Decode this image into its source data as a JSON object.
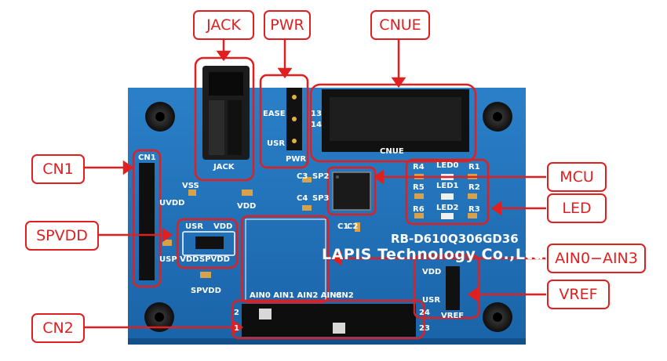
{
  "callouts": {
    "jack": "JACK",
    "pwr": "PWR",
    "cnue": "CNUE",
    "cn1": "CN1",
    "mcu": "MCU",
    "led": "LED",
    "spvdd": "SPVDD",
    "ain": "AIN0−AIN3",
    "vref": "VREF",
    "cn2": "CN2"
  },
  "board": {
    "silk_jack": "JACK",
    "silk_ease": "EASE",
    "silk_usr_pwr": "USR",
    "silk_pwr": "PWR",
    "silk_13": "13",
    "silk_14": "14",
    "silk_cnue": "CNUE",
    "silk_cn1": "CN1",
    "silk_vss": "VSS",
    "silk_uvdd": "UVDD",
    "silk_usr_sp": "USR",
    "silk_vdd_sp": "VDD",
    "silk_usp_vdd": "USP VDD",
    "silk_spvdd_box": "SPVDD",
    "silk_spvdd": "SPVDD",
    "silk_vdd_mid": "VDD",
    "silk_c3": "C3",
    "silk_sp2": "SP2",
    "silk_c4": "C4",
    "silk_sp3": "SP3",
    "silk_c1": "C1",
    "silk_c2": "C2",
    "silk_r4": "R4",
    "silk_led0": "LED0",
    "silk_r1": "R1",
    "silk_r5": "R5",
    "silk_led1": "LED1",
    "silk_r2": "R2",
    "silk_r6": "R6",
    "silk_led2": "LED2",
    "silk_r3": "R3",
    "silk_part": "RB-D610Q306GD36",
    "silk_company": "LAPIS Technology Co.,Ltd.",
    "silk_ain_labels": "AIN0 AIN1 AIN2 AIN3",
    "silk_cn2": "CN2",
    "silk_2": "2",
    "silk_1": "1",
    "silk_24": "24",
    "silk_23": "23",
    "silk_vdd_vref": "VDD",
    "silk_usr_vref": "USR",
    "silk_vref": "VREF"
  },
  "colors": {
    "callout_red": "#e02020",
    "pcb_blue": "#1f6fb8",
    "pcb_dark": "#155a99",
    "silk_white": "#ffffff"
  }
}
